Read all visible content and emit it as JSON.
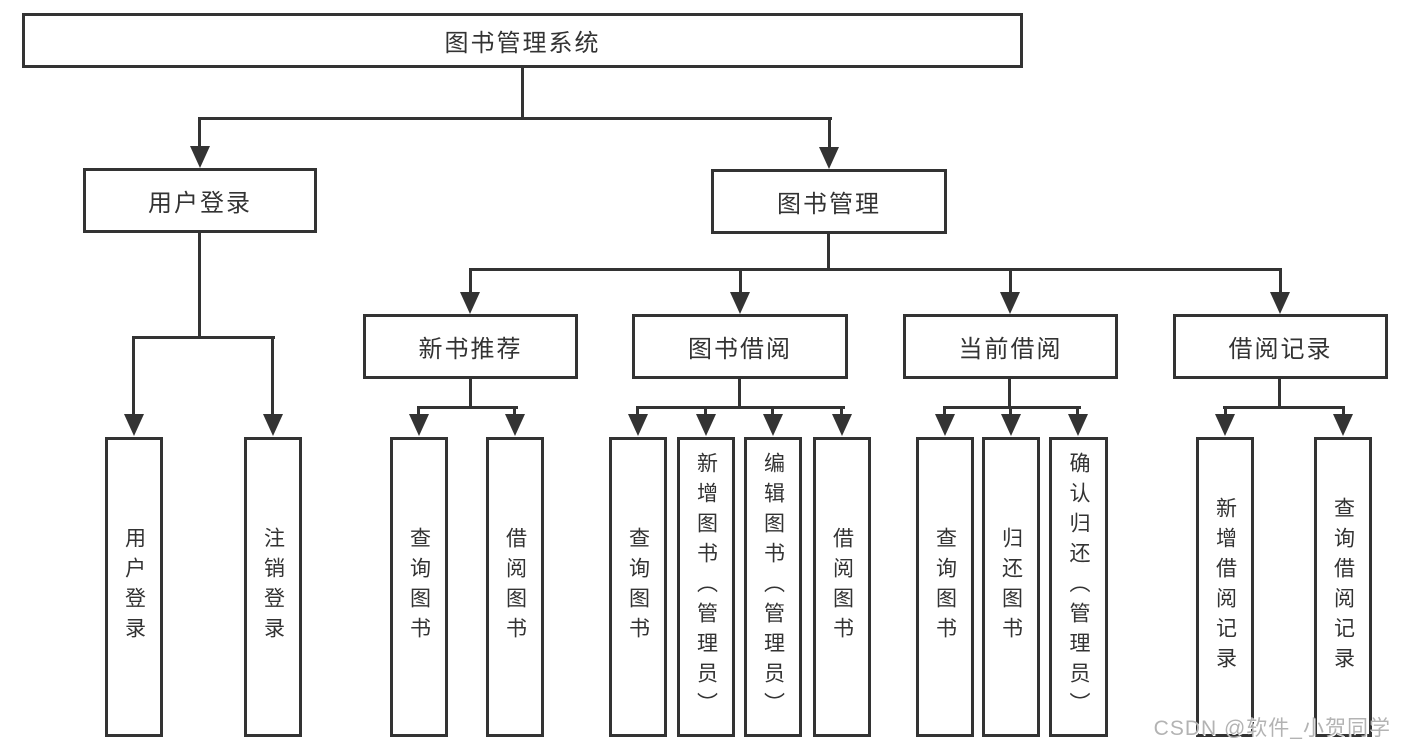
{
  "tree": {
    "root": {
      "label": "图书管理系统"
    },
    "branches": [
      {
        "label": "用户登录",
        "children": [
          {
            "label": "用户登录"
          },
          {
            "label": "注销登录"
          }
        ]
      },
      {
        "label": "图书管理",
        "children": [
          {
            "label": "新书推荐",
            "children": [
              {
                "label": "查询图书"
              },
              {
                "label": "借阅图书"
              }
            ]
          },
          {
            "label": "图书借阅",
            "children": [
              {
                "label": "查询图书"
              },
              {
                "label": "新增图书（管理员）"
              },
              {
                "label": "编辑图书（管理员）"
              },
              {
                "label": "借阅图书"
              }
            ]
          },
          {
            "label": "当前借阅",
            "children": [
              {
                "label": "查询图书"
              },
              {
                "label": "归还图书"
              },
              {
                "label": "确认归还（管理员）"
              }
            ]
          },
          {
            "label": "借阅记录",
            "children": [
              {
                "label": "新增借阅记录"
              },
              {
                "label": "查询借阅记录"
              }
            ]
          }
        ]
      }
    ]
  },
  "watermark": {
    "text": "CSDN @软件_小贺同学"
  },
  "colors": {
    "line": "#333333",
    "text": "#333333",
    "background": "#ffffff",
    "watermark": "#b3b3b3"
  }
}
